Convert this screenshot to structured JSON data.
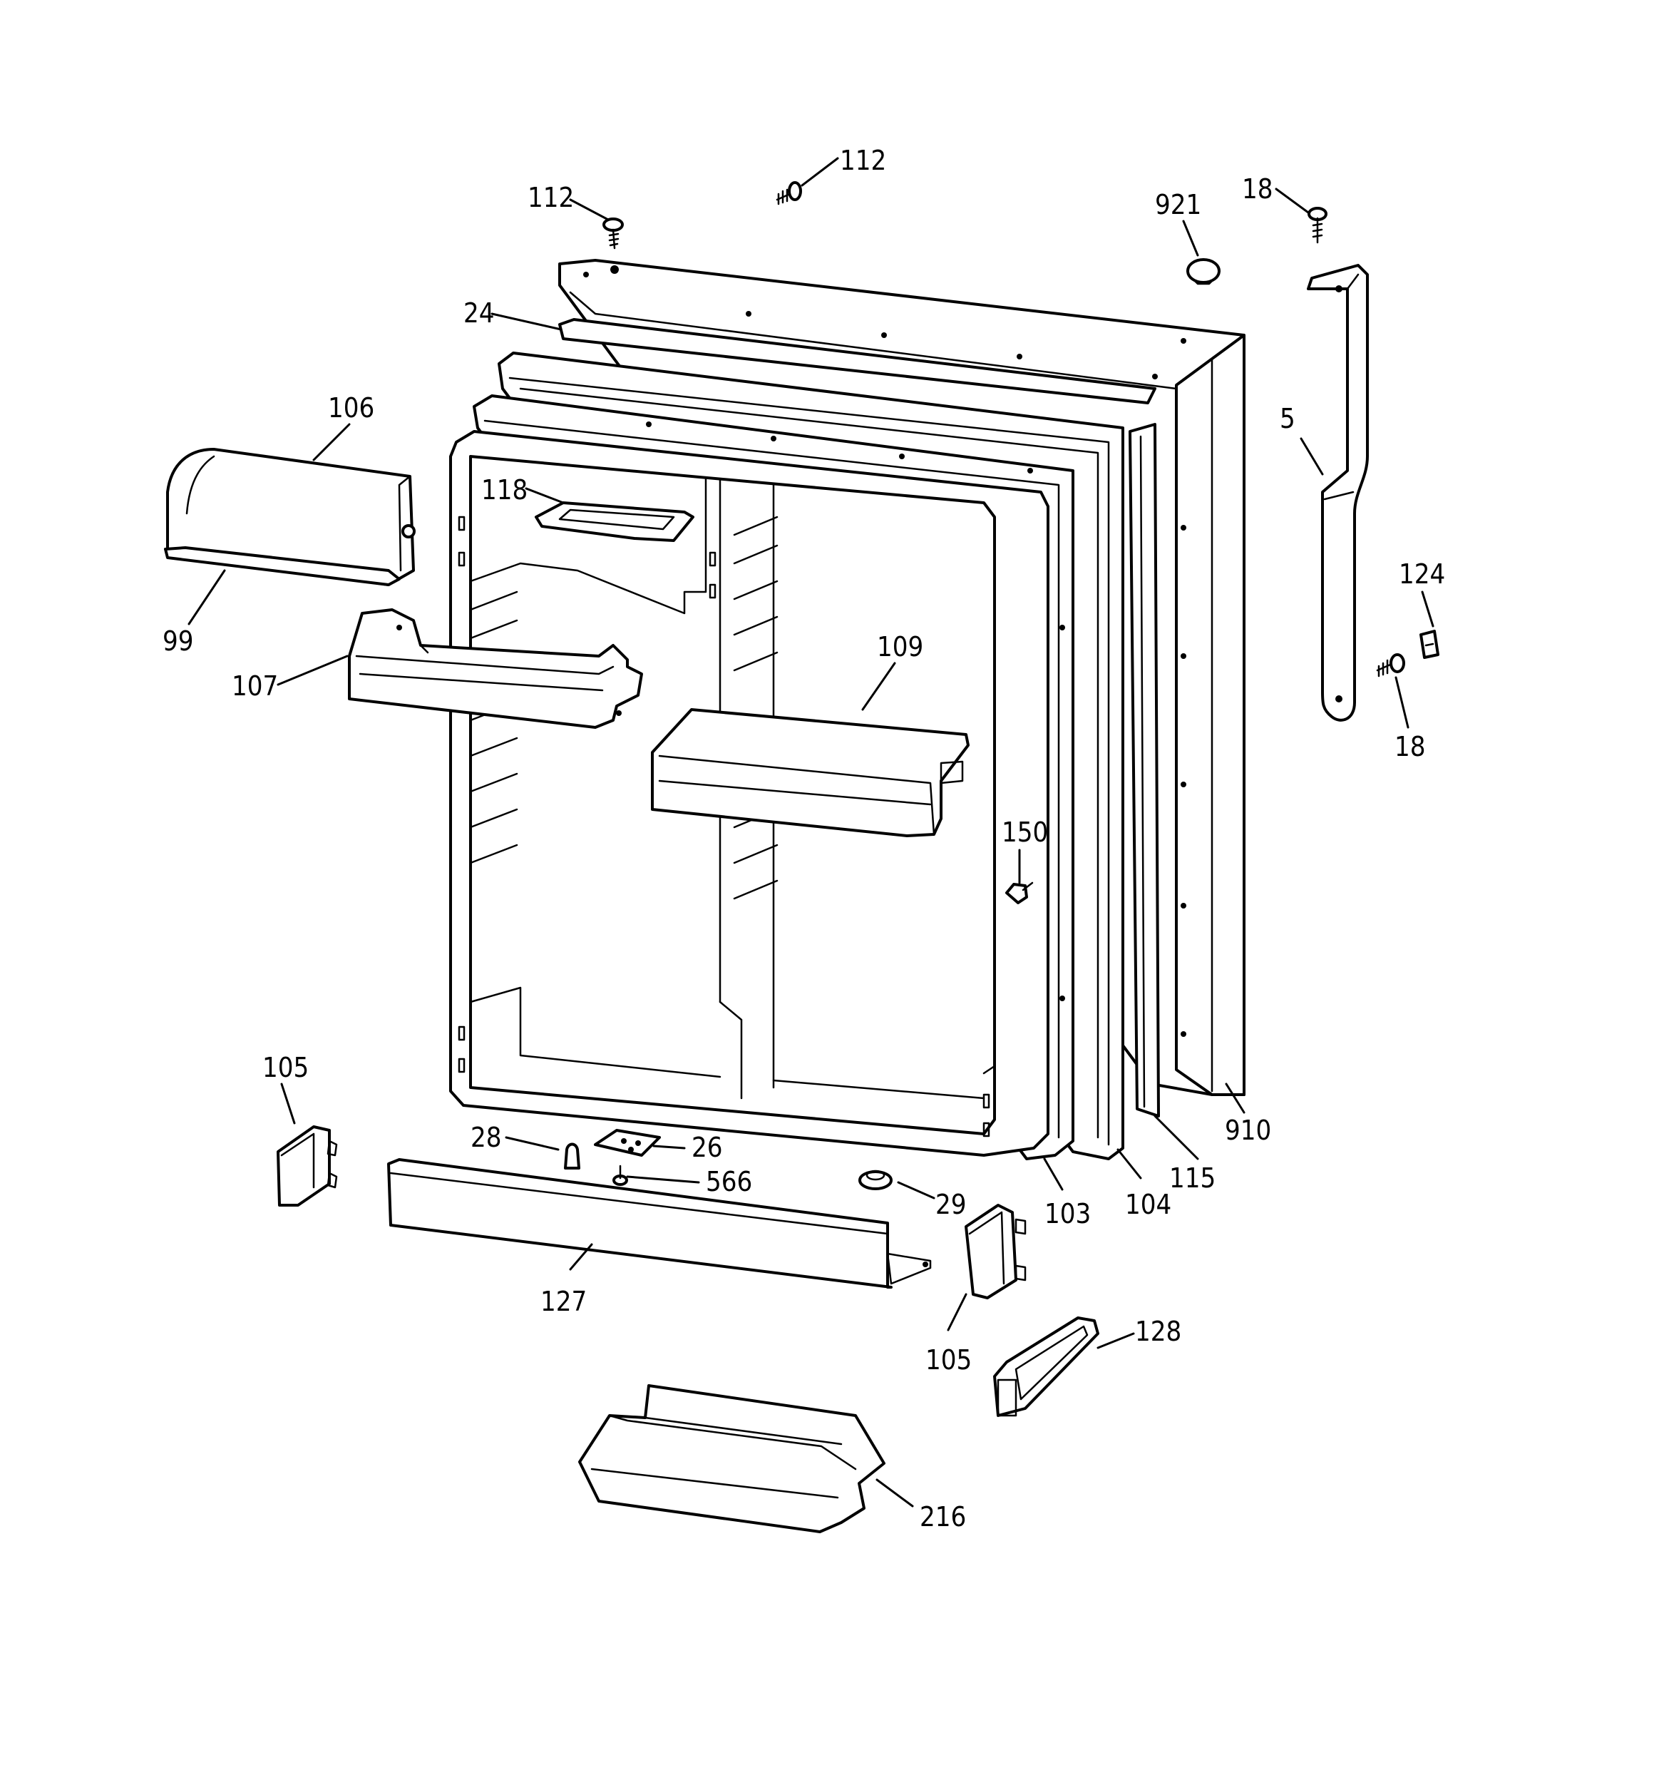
{
  "diagram": {
    "line_color": "#000000",
    "background": "#ffffff",
    "callouts": [
      {
        "key": "c112a",
        "label": "112"
      },
      {
        "key": "c112b",
        "label": "112"
      },
      {
        "key": "c921",
        "label": "921"
      },
      {
        "key": "c18a",
        "label": "18"
      },
      {
        "key": "c24",
        "label": "24"
      },
      {
        "key": "c106",
        "label": "106"
      },
      {
        "key": "c5",
        "label": "5"
      },
      {
        "key": "c118",
        "label": "118"
      },
      {
        "key": "c124",
        "label": "124"
      },
      {
        "key": "c99",
        "label": "99"
      },
      {
        "key": "c109",
        "label": "109"
      },
      {
        "key": "c107",
        "label": "107"
      },
      {
        "key": "c18b",
        "label": "18"
      },
      {
        "key": "c150",
        "label": "150"
      },
      {
        "key": "c105a",
        "label": "105"
      },
      {
        "key": "c910",
        "label": "910"
      },
      {
        "key": "c28",
        "label": "28"
      },
      {
        "key": "c26",
        "label": "26"
      },
      {
        "key": "c115",
        "label": "115"
      },
      {
        "key": "c566",
        "label": "566"
      },
      {
        "key": "c29",
        "label": "29"
      },
      {
        "key": "c104",
        "label": "104"
      },
      {
        "key": "c103",
        "label": "103"
      },
      {
        "key": "c127",
        "label": "127"
      },
      {
        "key": "c128",
        "label": "128"
      },
      {
        "key": "c105b",
        "label": "105"
      },
      {
        "key": "c216",
        "label": "216"
      }
    ]
  }
}
